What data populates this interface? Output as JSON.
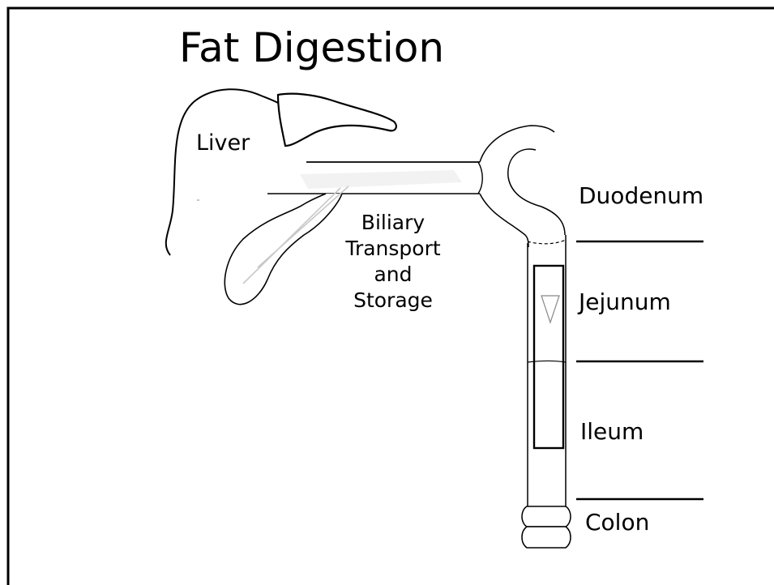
{
  "slide": {
    "title": "Fat Digestion"
  },
  "labels": {
    "liver": "Liver",
    "biliary_lines": [
      "Biliary",
      "Transport",
      "and",
      "Storage"
    ],
    "duodenum": "Duodenum",
    "jejunum": "Jejunum",
    "ileum": "Ileum",
    "colon": "Colon"
  },
  "colors": {
    "outline": "#000000",
    "background": "#ffffff",
    "highlight": "#c8c8c8"
  }
}
